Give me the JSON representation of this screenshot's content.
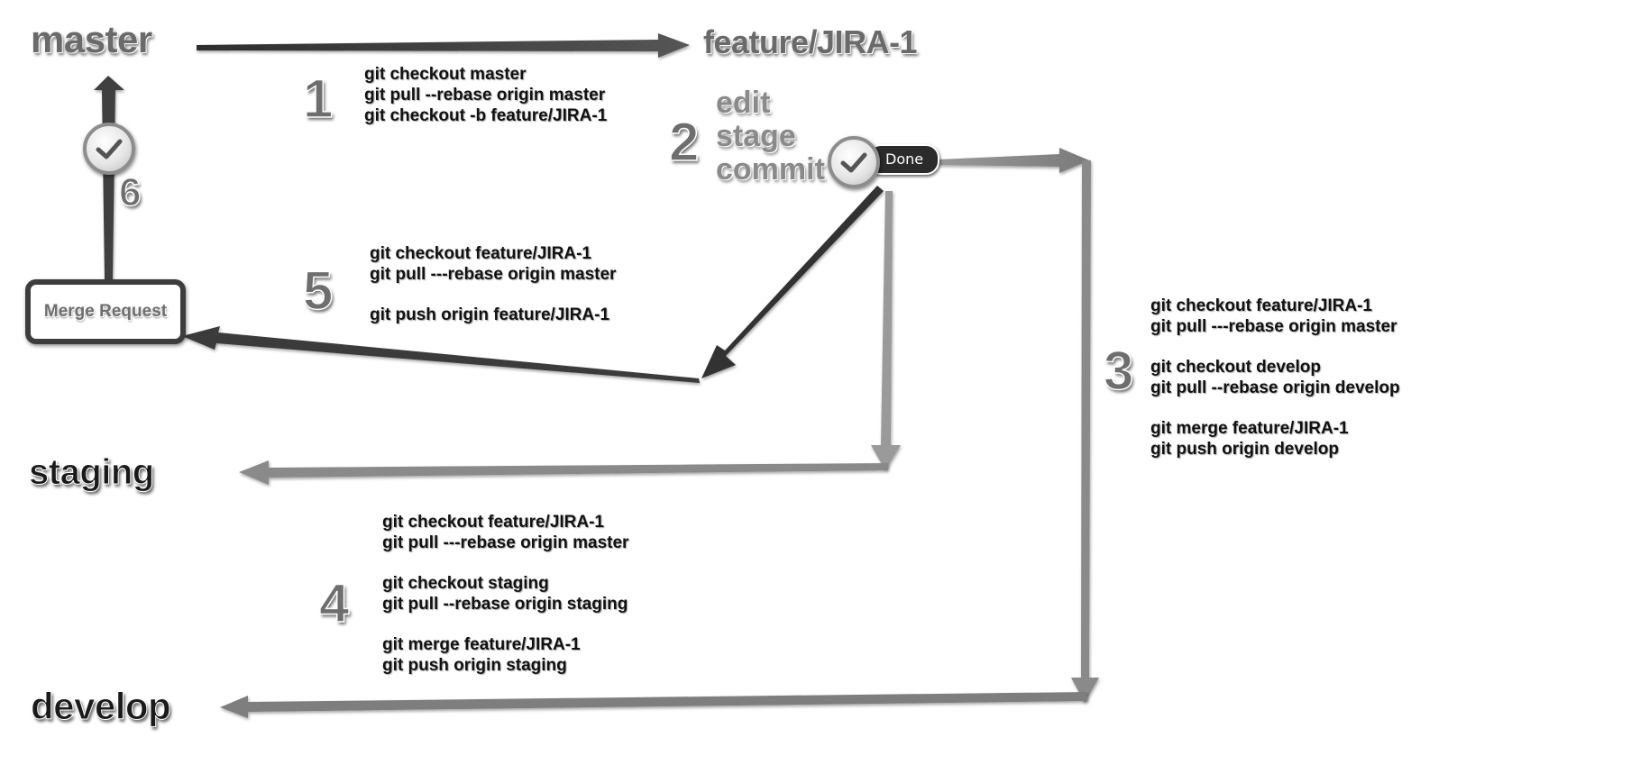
{
  "branches": {
    "master": "master",
    "feature": "feature/JIRA-1",
    "staging": "staging",
    "develop": "develop"
  },
  "steps": {
    "s1": {
      "number": "1",
      "commands": [
        "git checkout master",
        "git pull --rebase origin master",
        "git checkout -b feature/JIRA-1"
      ]
    },
    "s2": {
      "number": "2",
      "words": [
        "edit",
        "stage",
        "commit"
      ],
      "done_label": "Done"
    },
    "s3": {
      "number": "3",
      "groups": [
        [
          "git checkout feature/JIRA-1",
          "git pull ---rebase origin master"
        ],
        [
          "git checkout develop",
          "git pull --rebase origin develop"
        ],
        [
          "git merge feature/JIRA-1",
          "git push origin develop"
        ]
      ]
    },
    "s4": {
      "number": "4",
      "groups": [
        [
          "git checkout feature/JIRA-1",
          "git pull ---rebase origin master"
        ],
        [
          "git checkout staging",
          "git pull --rebase origin staging"
        ],
        [
          "git merge feature/JIRA-1",
          "git push origin staging"
        ]
      ]
    },
    "s5": {
      "number": "5",
      "groups": [
        [
          "git checkout feature/JIRA-1",
          "git pull ---rebase origin master"
        ],
        [
          "git push origin feature/JIRA-1"
        ]
      ]
    },
    "s6": {
      "number": "6"
    }
  },
  "merge_request": {
    "label": "Merge Request"
  },
  "icons": {
    "check": "check-circle-icon"
  },
  "colors": {
    "dark_arrow": "#444444",
    "light_arrow": "#8e8e8e",
    "text": "#111111",
    "grey_text": "#6e6e6e"
  }
}
